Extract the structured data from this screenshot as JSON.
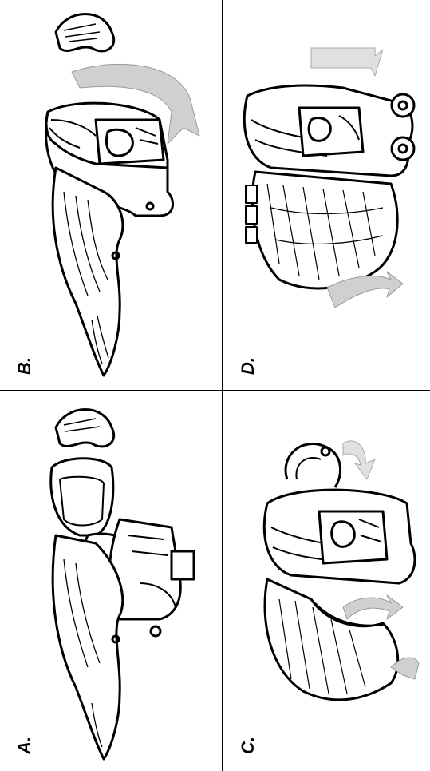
{
  "panels": [
    {
      "id": "A",
      "label": "A."
    },
    {
      "id": "B",
      "label": "B."
    },
    {
      "id": "C",
      "label": "C."
    },
    {
      "id": "D",
      "label": "D."
    }
  ],
  "colors": {
    "ink": "#000000",
    "fill": "#ffffff",
    "arrow_shade": "#bdbdbd"
  }
}
